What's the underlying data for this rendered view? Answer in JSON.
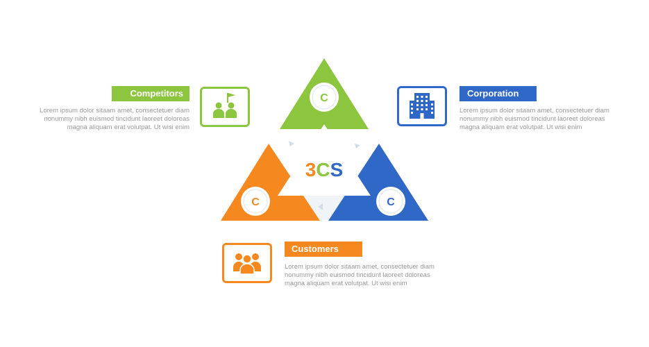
{
  "center": {
    "title_parts": [
      "3",
      "C",
      "S"
    ]
  },
  "badges": {
    "competitors": "C",
    "corporation": "C",
    "customers": "C"
  },
  "sections": {
    "competitors": {
      "label": "Competitors",
      "icon": "team-flag-icon",
      "lines": [
        "Lorem ipsum dolor sitaam amet, consectetuer diam",
        "nonummy  nibh euismod tincidunt laoreet doloreas",
        "magna aliquam erat volutpat. Ut wisi enim"
      ]
    },
    "corporation": {
      "label": "Corporation",
      "icon": "office-building-icon",
      "lines": [
        "Lorem ipsum dolor sitaam amet, consectetuer diam",
        "nonummy  nibh euismod tincidunt laoreet doloreas",
        "magna aliquam erat volutpat. Ut wisi enim"
      ]
    },
    "customers": {
      "label": "Customers",
      "icon": "people-group-icon",
      "lines": [
        "Lorem ipsum dolor sitaam amet, consectetuer diam",
        "nonummy  nibh euismod tincidunt laoreet doloreas",
        "magna aliquam erat volutpat. Ut wisi enim"
      ]
    }
  },
  "colors": {
    "green": "#8cc63e",
    "blue": "#2f68c6",
    "orange": "#f5891f",
    "text": "#9a9a9a",
    "inner": "#f1f4f7"
  }
}
